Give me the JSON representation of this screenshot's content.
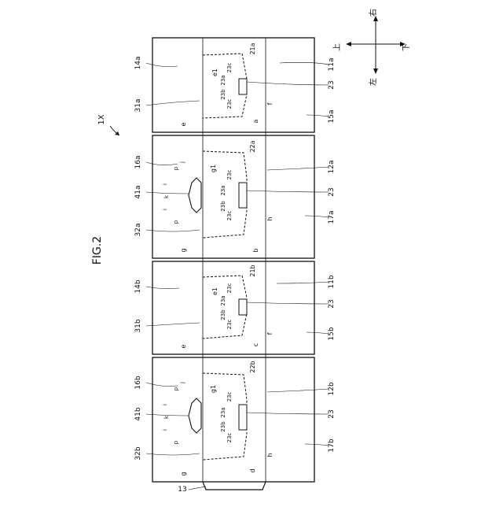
{
  "figure": {
    "title": "FIG.2",
    "ref": "1X",
    "tab": "13"
  },
  "directions": {
    "up": "上",
    "down": "下",
    "left": "左",
    "right": "右"
  },
  "panels": [
    {
      "id": "a",
      "left_labels": [
        "14a",
        "31a"
      ],
      "right_labels": [
        "11a",
        "23",
        "15a"
      ],
      "inner_labels": {
        "top": "21a",
        "e1": "e1",
        "e": "e",
        "f": "f",
        "edge": "a"
      },
      "pocket_labels": [
        "23c",
        "23a",
        "23b",
        "23c"
      ]
    },
    {
      "id": "b",
      "left_labels": [
        "16a",
        "41a",
        "32a"
      ],
      "right_labels": [
        "12a",
        "23",
        "17a"
      ],
      "inner_labels": {
        "top": "22a",
        "g1": "g1",
        "g": "g",
        "h": "h",
        "edge": "b"
      },
      "pocket_labels": [
        "23c",
        "23a",
        "23b",
        "23c"
      ],
      "hole_labels": [
        "p",
        "j",
        "i",
        "k",
        "i",
        "p"
      ]
    },
    {
      "id": "c",
      "left_labels": [
        "14b",
        "31b"
      ],
      "right_labels": [
        "11b",
        "23",
        "15b"
      ],
      "inner_labels": {
        "top": "21b",
        "e1": "e1",
        "e": "e",
        "f": "f",
        "edge": "c"
      },
      "pocket_labels": [
        "23c",
        "23a",
        "23b",
        "23c"
      ]
    },
    {
      "id": "d",
      "left_labels": [
        "16b",
        "41b",
        "32b"
      ],
      "right_labels": [
        "12b",
        "23",
        "17b"
      ],
      "inner_labels": {
        "top": "22b",
        "g1": "g1",
        "g": "g",
        "h": "h",
        "edge": "d"
      },
      "pocket_labels": [
        "23c",
        "23a",
        "23b",
        "23c"
      ],
      "hole_labels": [
        "p",
        "j",
        "i",
        "k",
        "i",
        "p"
      ]
    }
  ]
}
